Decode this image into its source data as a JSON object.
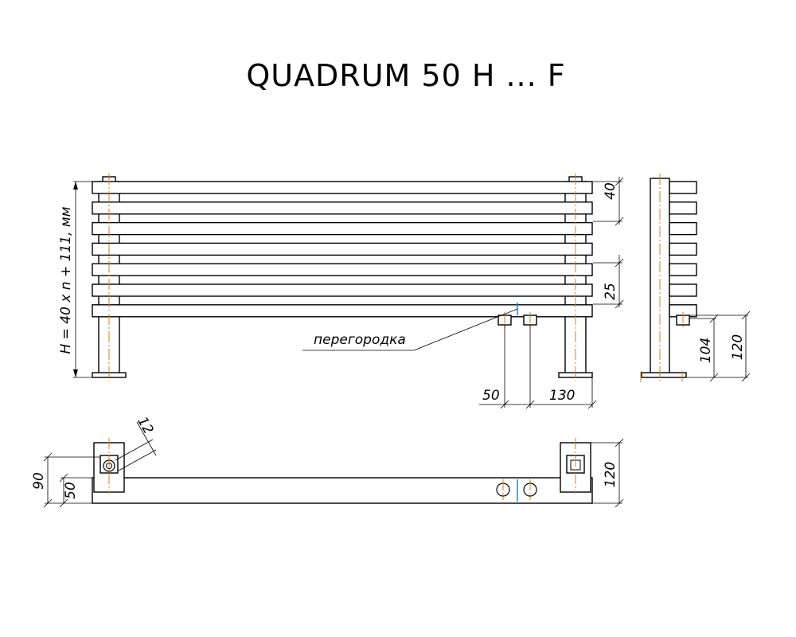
{
  "title": "QUADRUM 50 H ... F",
  "labels": {
    "height_formula": "H = 40 x n + 111, мм",
    "partition": "перегородка"
  },
  "dimensions": {
    "bar_pitch": "40",
    "bar_height": "25",
    "connection_offset": "50",
    "connection_to_leg": "130",
    "connection_height": "104",
    "total_height_side": "120",
    "bracket_angle": "12",
    "mount_offset_90": "90",
    "mount_offset_50": "50",
    "depth_120": "120"
  },
  "colors": {
    "line": "#000000",
    "centerline": "#e07b1f",
    "partition": "#2a8ad8"
  }
}
